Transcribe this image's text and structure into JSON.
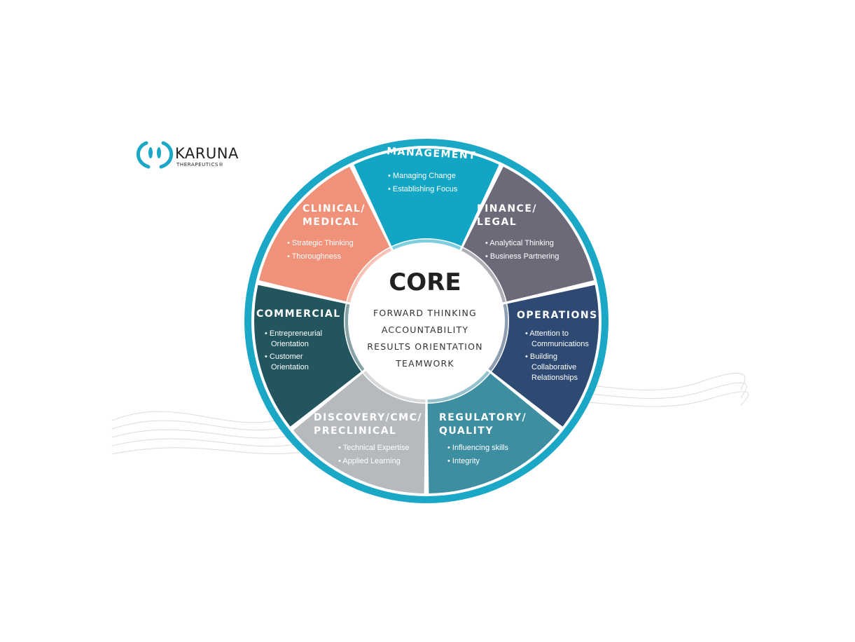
{
  "logo": {
    "name": "KARUNA",
    "subtitle": "THERAPEUTICS®"
  },
  "core": {
    "title": "CORE",
    "items": [
      "FORWARD THINKING",
      "ACCOUNTABILITY",
      "RESULTS ORIENTATION",
      "TEAMWORK"
    ]
  },
  "segments": [
    {
      "title_lines": [
        "MANAGEMENT"
      ],
      "bullets": [
        [
          "Managing Change"
        ],
        [
          "Establishing Focus"
        ]
      ],
      "color": "#12a5c4"
    },
    {
      "title_lines": [
        "FINANCE/",
        "LEGAL"
      ],
      "bullets": [
        [
          "Analytical Thinking"
        ],
        [
          "Business Partnering"
        ]
      ],
      "color": "#6d6979"
    },
    {
      "title_lines": [
        "OPERATIONS"
      ],
      "bullets": [
        [
          "Attention to",
          "Communications"
        ],
        [
          "Building",
          "Collaborative",
          "Relationships"
        ]
      ],
      "color": "#2e4a72"
    },
    {
      "title_lines": [
        "REGULATORY/",
        "QUALITY"
      ],
      "bullets": [
        [
          "Influencing skills"
        ],
        [
          "Integrity"
        ]
      ],
      "color": "#3d8ea0"
    },
    {
      "title_lines": [
        "DISCOVERY/CMC/",
        "PRECLINICAL"
      ],
      "bullets": [
        [
          "Technical Expertise"
        ],
        [
          "Applied Learning"
        ]
      ],
      "color": "#b6b9bd"
    },
    {
      "title_lines": [
        "COMMERCIAL"
      ],
      "bullets": [
        [
          "Entrepreneurial",
          "Orientation"
        ],
        [
          "Customer",
          "Orientation"
        ]
      ],
      "color": "#22555e"
    },
    {
      "title_lines": [
        "CLINICAL/",
        "MEDICAL"
      ],
      "bullets": [
        [
          "Strategic Thinking"
        ],
        [
          "Thoroughness"
        ]
      ],
      "color": "#f0917a"
    }
  ],
  "colors": {
    "outer_ring": "#1ba7c6",
    "core_fill": "#ffffff"
  }
}
